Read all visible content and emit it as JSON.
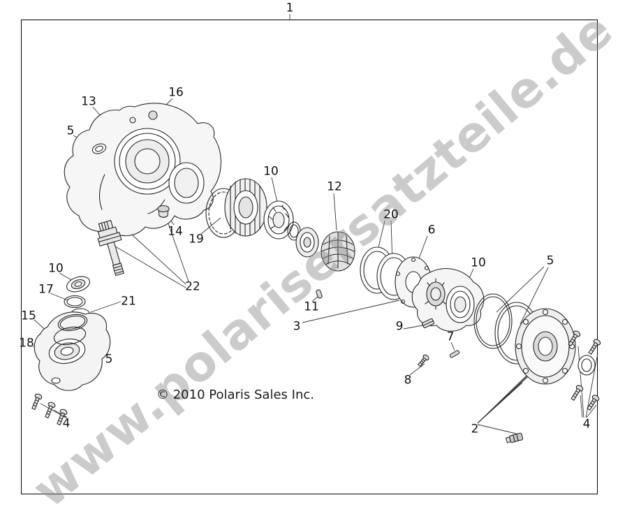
{
  "figure": {
    "watermark": "www.polarisersatzteile.de",
    "copyright": "© 2010 Polaris Sales Inc."
  },
  "callouts": [
    {
      "ref": "1"
    },
    {
      "ref": "13"
    },
    {
      "ref": "16"
    },
    {
      "ref": "5"
    },
    {
      "ref": "10"
    },
    {
      "ref": "12"
    },
    {
      "ref": "20"
    },
    {
      "ref": "6"
    },
    {
      "ref": "14"
    },
    {
      "ref": "19"
    },
    {
      "ref": "10"
    },
    {
      "ref": "5"
    },
    {
      "ref": "10"
    },
    {
      "ref": "17"
    },
    {
      "ref": "22"
    },
    {
      "ref": "21"
    },
    {
      "ref": "11"
    },
    {
      "ref": "15"
    },
    {
      "ref": "3"
    },
    {
      "ref": "9"
    },
    {
      "ref": "7"
    },
    {
      "ref": "18"
    },
    {
      "ref": "5"
    },
    {
      "ref": "8"
    },
    {
      "ref": "4"
    },
    {
      "ref": "2"
    },
    {
      "ref": "4"
    }
  ]
}
